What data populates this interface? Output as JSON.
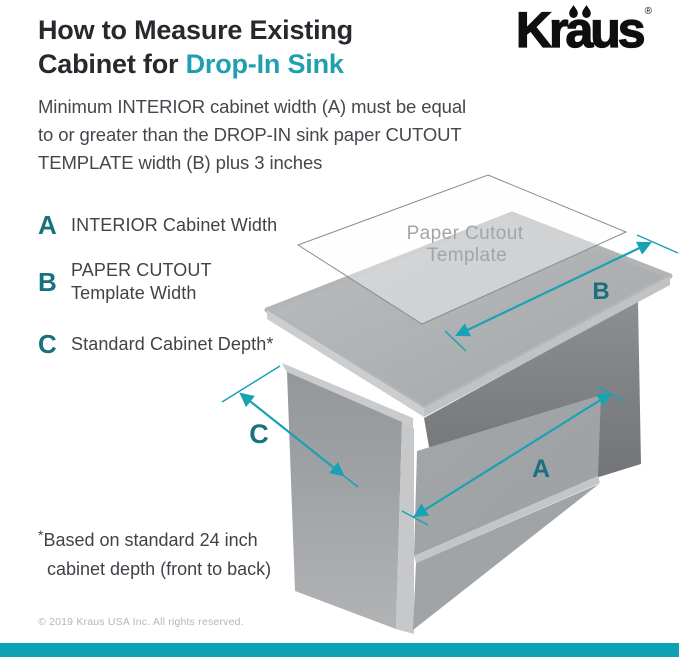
{
  "header": {
    "title_line1": "How to Measure Existing",
    "title_line2_prefix": "Cabinet for ",
    "title_line2_highlight": "Drop-In Sink",
    "intro_line1": "Minimum INTERIOR cabinet width (A) must be equal",
    "intro_line2": "to or greater than the DROP-IN sink paper CUTOUT",
    "intro_line3": "TEMPLATE width (B) plus 3 inches"
  },
  "logo": {
    "text": "Kräus",
    "part1": "Kr",
    "part2": "a",
    "part3": "us",
    "registered": "®"
  },
  "legend": {
    "items": [
      {
        "key": "A",
        "line1": "INTERIOR Cabinet Width",
        "line2": ""
      },
      {
        "key": "B",
        "line1": "PAPER CUTOUT",
        "line2": "Template Width"
      },
      {
        "key": "C",
        "line1": "Standard Cabinet Depth*",
        "line2": ""
      }
    ]
  },
  "diagram": {
    "paper_label_line1": "Paper Cutout",
    "paper_label_line2": "Template",
    "dim_a_label": "A",
    "dim_b_label": "B",
    "dim_c_label": "C"
  },
  "footnote": {
    "marker": "*",
    "line1": "Based on standard 24 inch",
    "line2": "cabinet depth (front to back)"
  },
  "footer": {
    "copyright": "© 2019 Kraus USA Inc. All rights reserved."
  },
  "colors": {
    "accent_teal": "#1FA0B0",
    "label_teal": "#19717F",
    "arrow_teal": "#18A2B4",
    "footer_stripe_teal": "#0DA3B5",
    "title_text": "#26292E",
    "body_text": "#43484D",
    "cabinet_gray": "#A7AAAC",
    "copyright_gray": "#B3B6B8"
  }
}
